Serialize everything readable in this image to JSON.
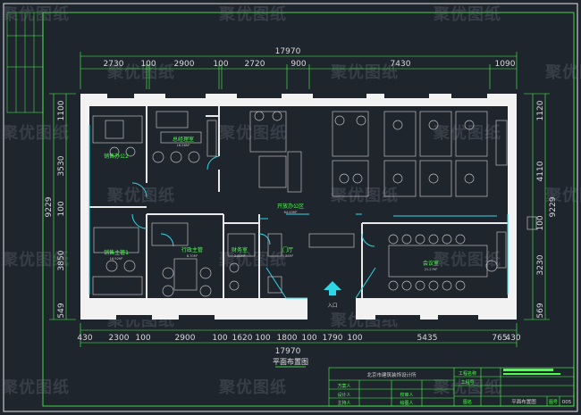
{
  "drawing_title": "平面布置图",
  "top_total": "17970",
  "top_dims": [
    "2730",
    "100",
    "2900",
    "100",
    "2720",
    "900",
    "7430",
    "1090"
  ],
  "bottom_total": "17970",
  "bottom_dims": [
    "430",
    "2300",
    "100",
    "2900",
    "100",
    "1620",
    "100",
    "1800",
    "100",
    "1790",
    "100",
    "5435",
    "765",
    "430"
  ],
  "left_total": "9229",
  "left_dims": [
    "1100",
    "3530",
    "100",
    "3850",
    "549"
  ],
  "right_total": "9229",
  "right_dims": [
    "1120",
    "4110",
    "100",
    "3230",
    "569"
  ],
  "rooms": [
    {
      "name": "销售办公2",
      "area": ""
    },
    {
      "name": "总经理室",
      "area": "16.56M²"
    },
    {
      "name": "开放办公区",
      "area": "64.45M²"
    },
    {
      "name": "销售主管1",
      "area": "16.92M²"
    },
    {
      "name": "行政主管",
      "area": "8.70M²"
    },
    {
      "name": "财务室",
      "area": "3.81M²"
    },
    {
      "name": "门厅",
      "area": "5.86M²"
    },
    {
      "name": "会议室",
      "area": "21.27M²"
    }
  ],
  "entrance_label": "入口",
  "watermark": "聚优图纸",
  "title_block": {
    "company": "北京市建筑装饰设计所",
    "roles": [
      "方案人",
      "设计人",
      "主持人"
    ],
    "roles2": [
      "校审人",
      "绘图人"
    ],
    "cells": [
      "工程名称",
      "工程号",
      "图名",
      "图号"
    ],
    "drawing_name": "平面布置图",
    "sheet_no": "005"
  }
}
